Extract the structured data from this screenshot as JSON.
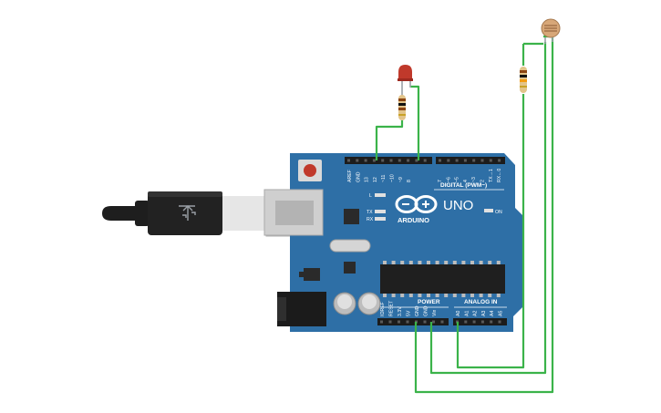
{
  "board": {
    "model": "UNO",
    "brand": "ARDUINO",
    "digital_header_label": "DIGITAL (PWM~)",
    "power_header_label": "POWER",
    "analog_header_label": "ANALOG IN",
    "led_l": "L",
    "led_tx": "TX",
    "led_rx": "RX",
    "led_on": "ON",
    "digital_pins": [
      "AREF",
      "GND",
      "13",
      "12",
      "~11",
      "~10",
      "~9",
      "8",
      "7",
      "~6",
      "~5",
      "4",
      "~3",
      "2",
      "TX→1",
      "RX←0"
    ],
    "power_pins": [
      "IOREF",
      "RESET",
      "3.3V",
      "5V",
      "GND",
      "GND",
      "Vin"
    ],
    "analog_pins": [
      "A0",
      "A1",
      "A2",
      "A3",
      "A4",
      "A5"
    ]
  },
  "colors": {
    "board": "#2e6fa6",
    "wire": "#3bb34a",
    "led": "#c0392b",
    "usb_plug": "#1e1e1e"
  },
  "icons": [
    "usb-cable-icon",
    "led-icon",
    "resistor-icon",
    "photoresistor-icon",
    "reset-button-icon"
  ]
}
